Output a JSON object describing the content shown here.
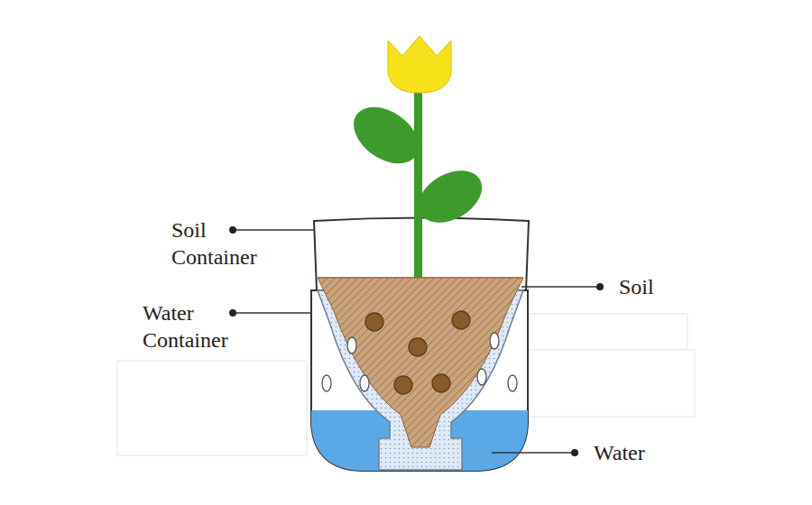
{
  "diagram": {
    "labels": [
      "Soil Container",
      "Water Container",
      "Soil",
      "Water"
    ]
  }
}
